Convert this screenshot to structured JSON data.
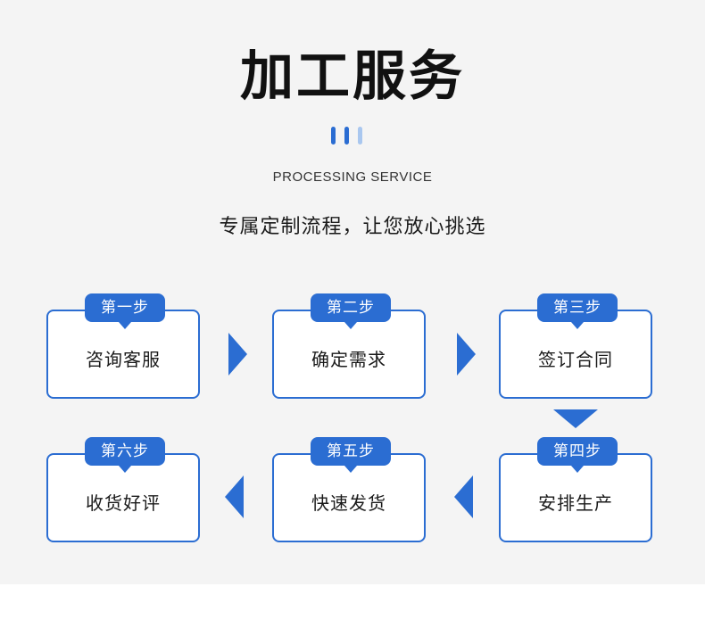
{
  "header": {
    "title": "加工服务",
    "subtitle": "PROCESSING SERVICE",
    "slogan": "专属定制流程，让您放心挑选"
  },
  "colors": {
    "accent": "#2b6dd2",
    "accent_light": "#a9c7ef",
    "panel_background": "#f4f4f4",
    "text": "#1a1a1a"
  },
  "steps": [
    {
      "badge": "第一步",
      "label": "咨询客服"
    },
    {
      "badge": "第二步",
      "label": "确定需求"
    },
    {
      "badge": "第三步",
      "label": "签订合同"
    },
    {
      "badge": "第四步",
      "label": "安排生产"
    },
    {
      "badge": "第五步",
      "label": "快速发货"
    },
    {
      "badge": "第六步",
      "label": "收货好评"
    }
  ]
}
